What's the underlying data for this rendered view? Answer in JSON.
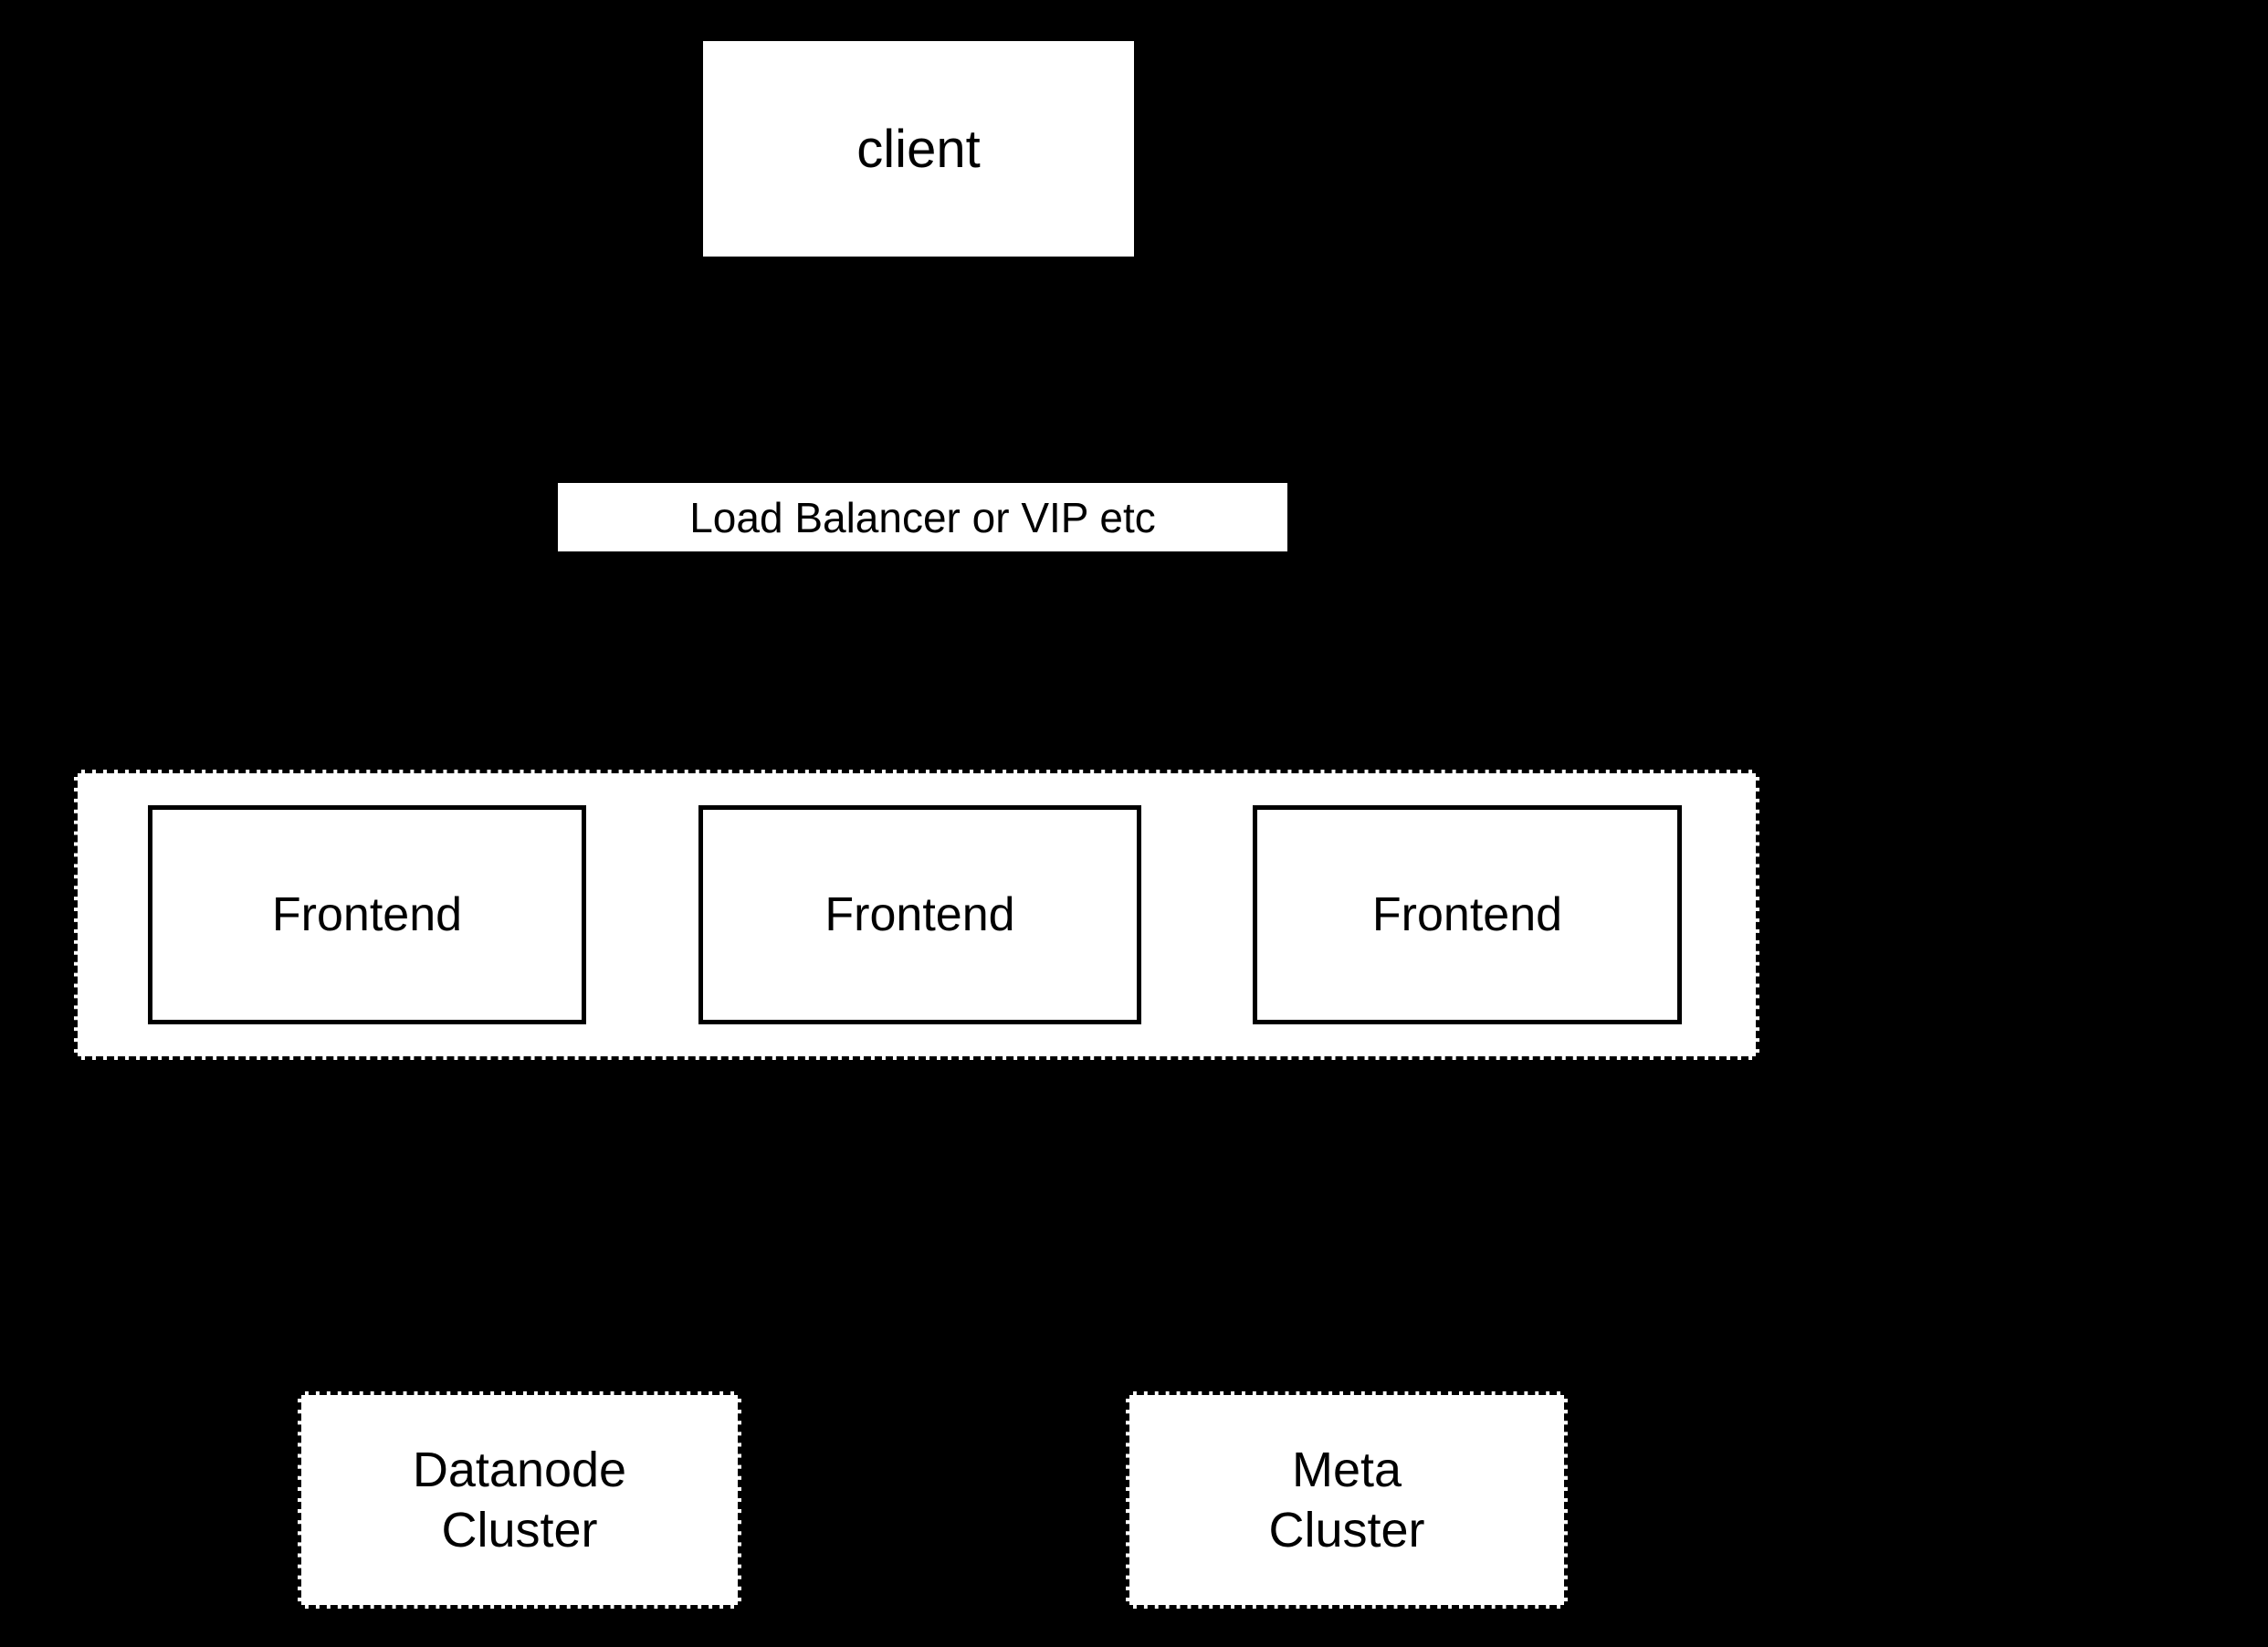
{
  "colors": {
    "background": "#000000",
    "node_fill": "#ffffff",
    "ink": "#000000"
  },
  "nodes": {
    "client": {
      "label": "client"
    },
    "load_balancer": {
      "label": "Load Balancer or VIP etc"
    },
    "frontends": [
      {
        "label": "Frontend"
      },
      {
        "label": "Frontend"
      },
      {
        "label": "Frontend"
      }
    ],
    "datanode_cluster": {
      "line1": "Datanode",
      "line2": "Cluster"
    },
    "meta_cluster": {
      "line1": "Meta",
      "line2": "Cluster"
    }
  }
}
